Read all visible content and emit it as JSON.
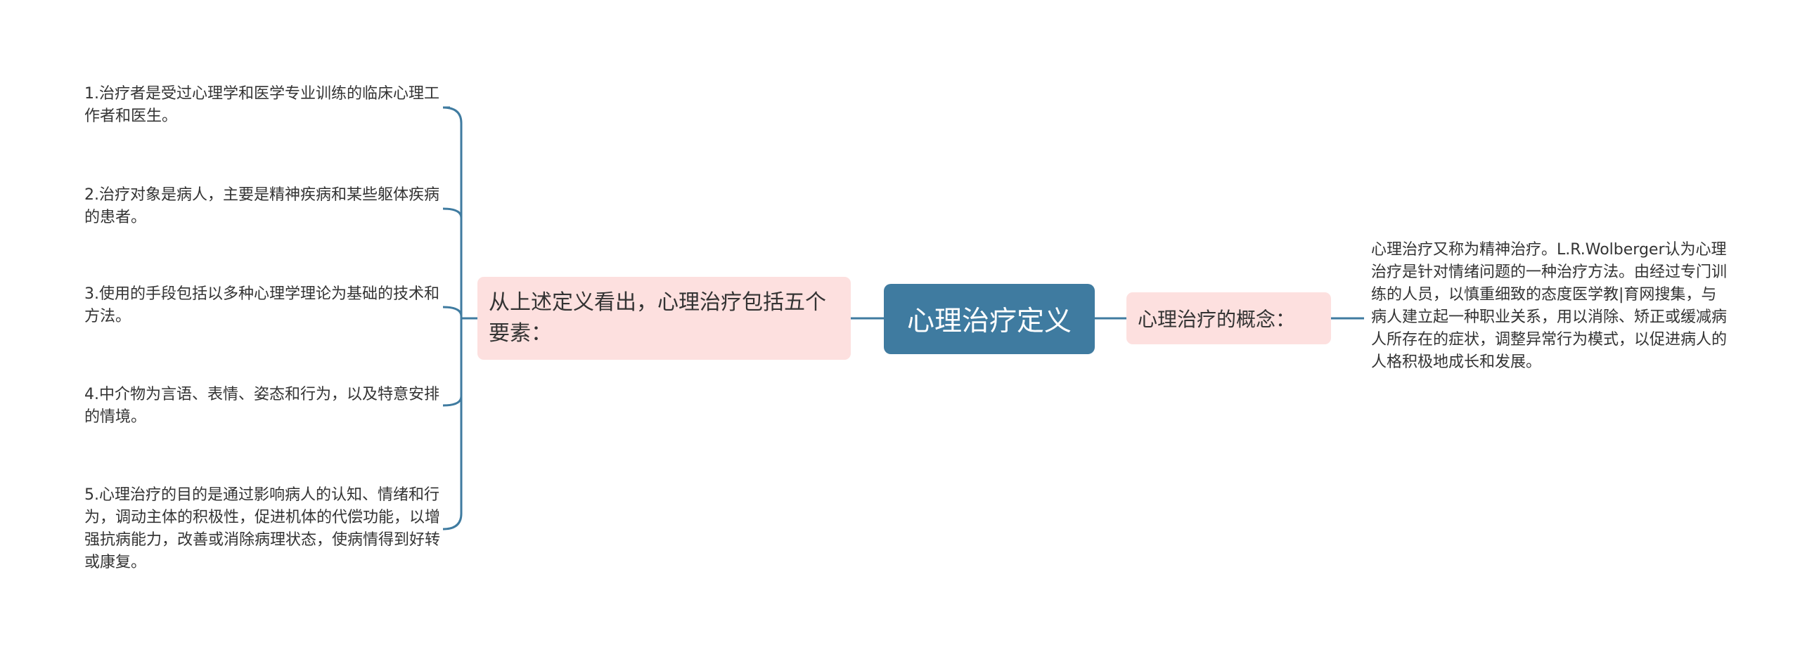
{
  "mindmap": {
    "root": "心理治疗定义",
    "left_branch": {
      "label": "从上述定义看出，心理治疗包括五个要素：",
      "items": [
        "1.治疗者是受过心理学和医学专业训练的临床心理工作者和医生。",
        "2.治疗对象是病人，主要是精神疾病和某些躯体疾病的患者。",
        "3.使用的手段包括以多种心理学理论为基础的技术和方法。",
        "4.中介物为言语、表情、姿态和行为，以及特意安排的情境。",
        "5.心理治疗的目的是通过影响病人的认知、情绪和行为，调动主体的积极性，促进机体的代偿功能，以增强抗病能力，改善或消除病理状态，使病情得到好转或康复。"
      ]
    },
    "right_branch": {
      "label": "心理治疗的概念：",
      "items": [
        "心理治疗又称为精神治疗。L.R.Wolberger认为心理治疗是针对情绪问题的一种治疗方法。由经过专门训练的人员，以慎重细致的态度医学教|育网搜集，与病人建立起一种职业关系，用以消除、矫正或缓减病人所存在的症状，调整异常行为模式，以促进病人的人格积极地成长和发展。"
      ]
    }
  },
  "colors": {
    "root_fill": "#3f7ba0",
    "branch_fill": "#fde0df",
    "connector": "#3f7ba0",
    "text": "#333333"
  }
}
